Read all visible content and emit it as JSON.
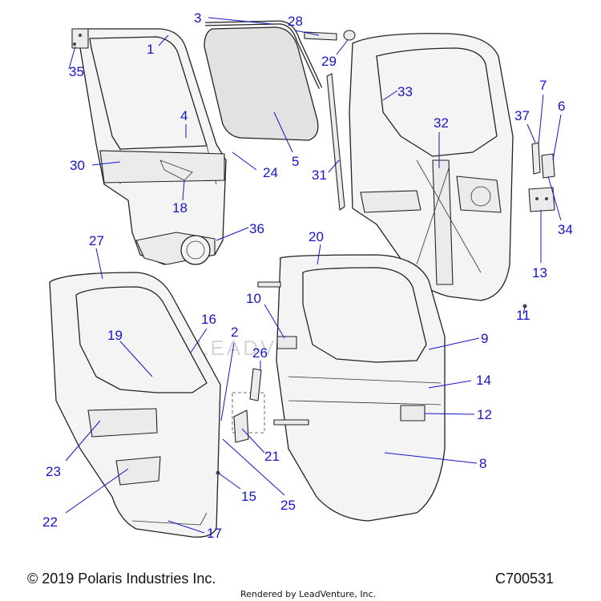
{
  "diagram": {
    "watermark": "LEADVENTURE",
    "callouts": [
      "1",
      "2",
      "3",
      "4",
      "5",
      "6",
      "7",
      "8",
      "9",
      "10",
      "11",
      "12",
      "13",
      "14",
      "15",
      "16",
      "17",
      "18",
      "19",
      "20",
      "21",
      "22",
      "23",
      "24",
      "25",
      "26",
      "27",
      "28",
      "29",
      "30",
      "31",
      "32",
      "33",
      "34",
      "35",
      "36",
      "37"
    ]
  },
  "footer": {
    "copyright": "© 2019 Polaris Industries Inc.",
    "code": "C700531",
    "rendered_by": "Rendered by LeadVenture, Inc."
  },
  "colors": {
    "callout": "#1515c8",
    "line": "#222222",
    "watermark": "#d6d6d6"
  }
}
